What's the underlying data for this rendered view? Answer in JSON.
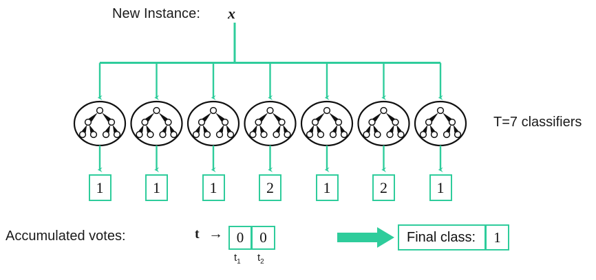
{
  "diagram": {
    "title_label": "New Instance:",
    "instance_symbol": "x",
    "classifiers_count_label": "T=7 classifiers",
    "accumulated_votes_label": "Accumulated votes:",
    "votes_vector_symbol": "t",
    "votes_arrow_glyph": "→",
    "final_class_label": "Final class:",
    "final_class_value": "1",
    "colors": {
      "accent": "#2ECC9B",
      "ink": "#111111",
      "background": "#FFFFFF"
    },
    "classifiers": [
      {
        "vote": "1"
      },
      {
        "vote": "1"
      },
      {
        "vote": "1"
      },
      {
        "vote": "2"
      },
      {
        "vote": "1"
      },
      {
        "vote": "2"
      },
      {
        "vote": "1"
      }
    ],
    "tally": {
      "cells": [
        {
          "value": "0",
          "sublabel": "t",
          "subscript": "1"
        },
        {
          "value": "0",
          "sublabel": "t",
          "subscript": "2"
        }
      ]
    }
  }
}
